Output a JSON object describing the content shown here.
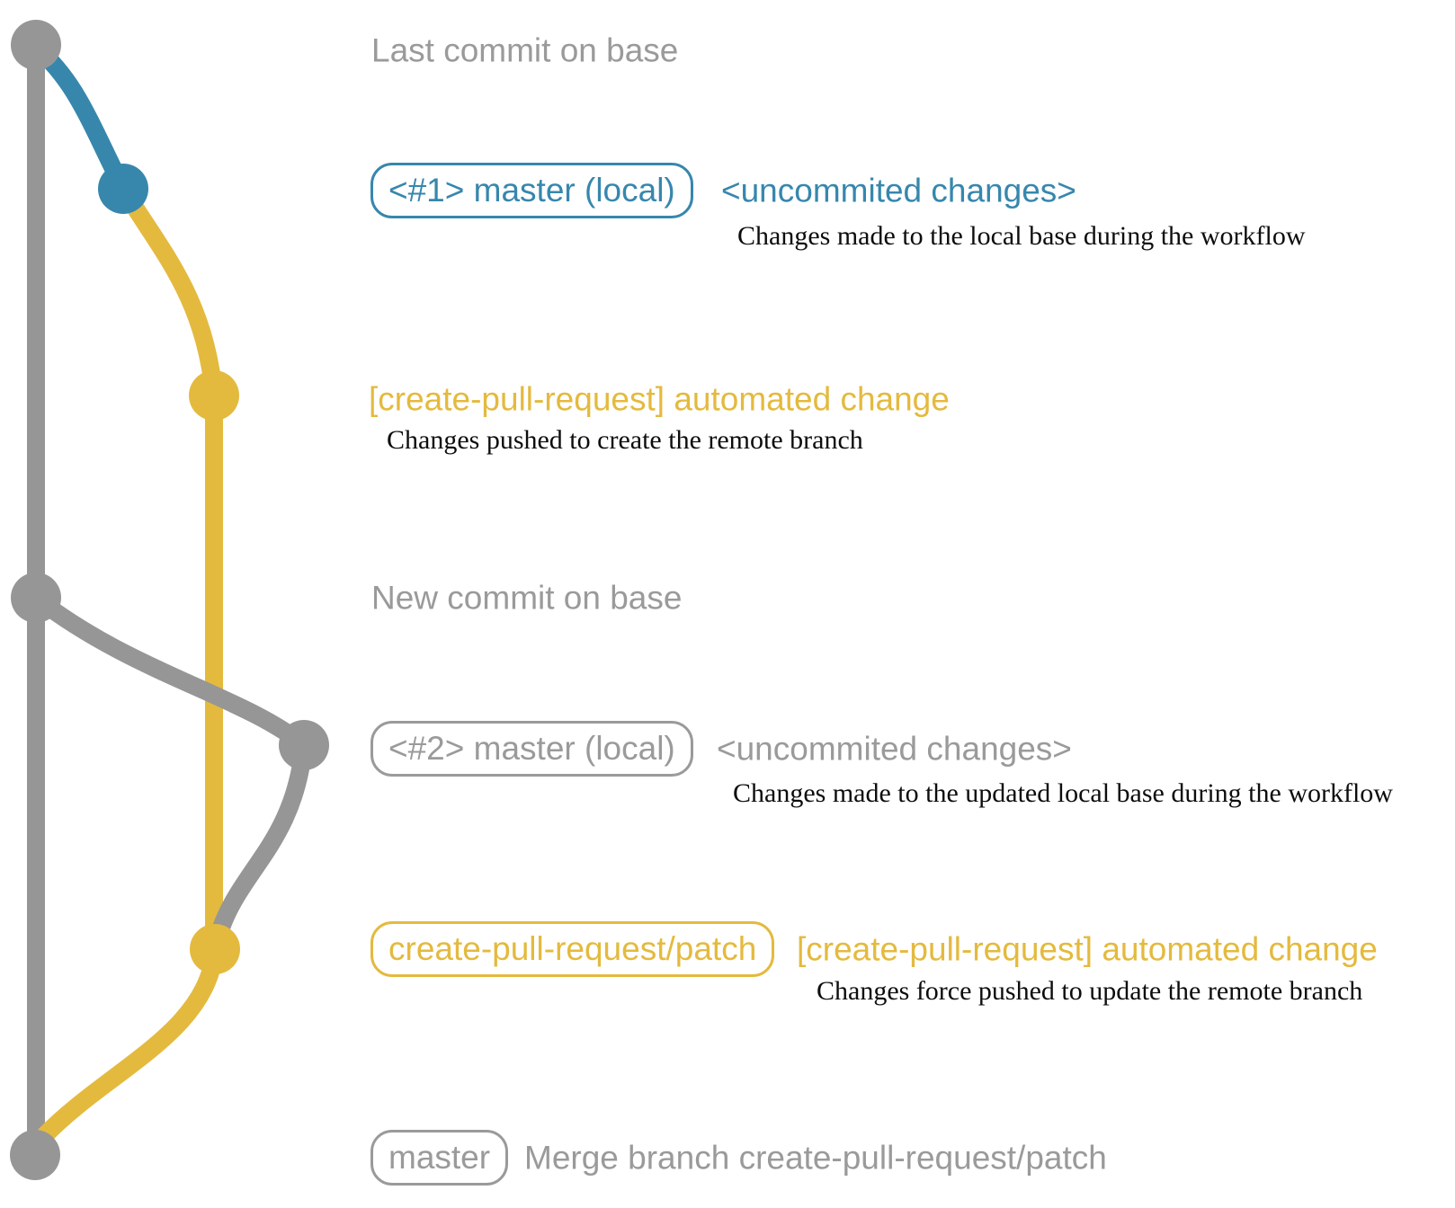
{
  "colors": {
    "background": "#ffffff",
    "base_gray": "#969696",
    "branch_blue": "#3787ad",
    "branch_yellow": "#e4ba3e",
    "label_gray": "#9a9a9a",
    "description_black": "#0d0d0d"
  },
  "annotations": {
    "last_commit_title": "Last commit on base",
    "new_commit_title": "New commit on base"
  },
  "commit1": {
    "tag": "<#1> master (local)",
    "message": "<uncommited changes>",
    "description": "Changes made to the local base during the workflow"
  },
  "push1": {
    "message": "[create-pull-request] automated change",
    "description": "Changes pushed to create the remote branch"
  },
  "commit2": {
    "tag": "<#2> master (local)",
    "message": "<uncommited changes>",
    "description": "Changes made to the updated local base during the workflow"
  },
  "push2": {
    "tag": "create-pull-request/patch",
    "message": "[create-pull-request] automated change",
    "description": "Changes force pushed to update the remote branch"
  },
  "merge": {
    "tag": "master",
    "message": "Merge branch create-pull-request/patch"
  }
}
